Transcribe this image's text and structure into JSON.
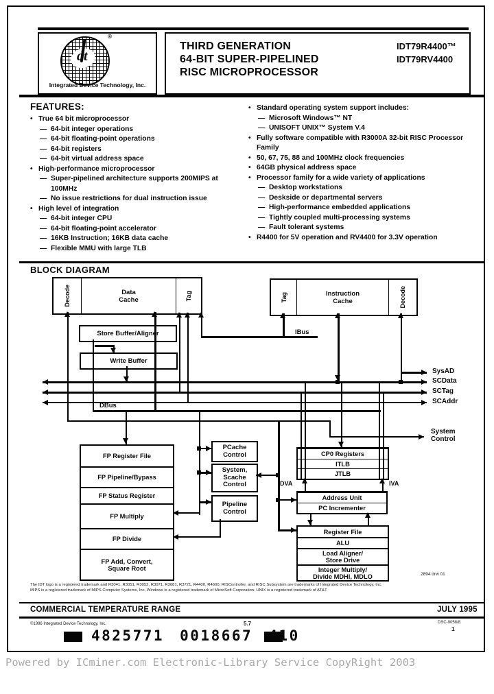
{
  "header": {
    "logo_monogram": "dt",
    "logo_registered": "®",
    "logo_caption": "Integrated Device Technology, Inc.",
    "title_line1": "THIRD GENERATION",
    "title_line2": "64-BIT SUPER-PIPELINED",
    "title_line3": "RISC MICROPROCESSOR",
    "part_number1": "IDT79R4400™",
    "part_number2": "IDT79RV4400"
  },
  "features": {
    "heading": "FEATURES:",
    "left": [
      {
        "d": 0,
        "text": "True 64 bit microprocessor"
      },
      {
        "d": 1,
        "text": "64-bit integer operations"
      },
      {
        "d": 1,
        "text": "64-bit floating-point operations"
      },
      {
        "d": 1,
        "text": "64-bit registers"
      },
      {
        "d": 1,
        "text": "64-bit virtual address space"
      },
      {
        "d": 0,
        "text": "High-performance microprocessor"
      },
      {
        "d": 1,
        "text": "Super-pipelined architecture supports 200MIPS at 100MHz"
      },
      {
        "d": 1,
        "text": "No issue restrictions for dual instruction issue"
      },
      {
        "d": 0,
        "text": "High level of integration"
      },
      {
        "d": 1,
        "text": "64-bit integer CPU"
      },
      {
        "d": 1,
        "text": "64-bit floating-point accelerator"
      },
      {
        "d": 1,
        "text": "16KB Instruction; 16KB data cache"
      },
      {
        "d": 1,
        "text": "Flexible MMU with large TLB"
      }
    ],
    "right": [
      {
        "d": 0,
        "text": "Standard operating system support includes:"
      },
      {
        "d": 1,
        "text": "Microsoft Windows™ NT"
      },
      {
        "d": 1,
        "text": "UNISOFT UNIX™ System V.4"
      },
      {
        "d": 0,
        "text": "Fully software compatible with R3000A 32-bit RISC Processor Family"
      },
      {
        "d": 0,
        "text": "50, 67, 75, 88 and 100MHz clock frequencies"
      },
      {
        "d": 0,
        "text": "64GB physical address space"
      },
      {
        "d": 0,
        "text": "Processor family for a wide variety of applications"
      },
      {
        "d": 1,
        "text": "Desktop workstations"
      },
      {
        "d": 1,
        "text": "Deskside or departmental servers"
      },
      {
        "d": 1,
        "text": "High-performance embedded applications"
      },
      {
        "d": 1,
        "text": "Tightly coupled multi-processing systems"
      },
      {
        "d": 1,
        "text": "Fault tolerant systems"
      },
      {
        "d": 0,
        "text": "R4400 for 5V operation and RV4400 for 3.3V operation"
      }
    ]
  },
  "diagram": {
    "heading": "BLOCK DIAGRAM",
    "dcache": {
      "left": "Decode",
      "center": "Data\nCache",
      "right": "Tag"
    },
    "icache": {
      "left": "Tag",
      "center": "Instruction\nCache",
      "right": "Decode"
    },
    "store_buffer": "Store Buffer/Aligner",
    "write_buffer": "Write Buffer",
    "ibus": "IBus",
    "dbus": "DBus",
    "fp_rows": [
      "FP Register File",
      "FP Pipeline/Bypass",
      "FP Status Register",
      "FP Multiply",
      "FP Divide",
      "FP Add, Convert,\nSquare Root"
    ],
    "ctrl_boxes": [
      "PCache\nControl",
      "System,\nScache\nControl",
      "Pipeline\nControl"
    ],
    "mmu_rows": [
      "CP0 Registers",
      "ITLB",
      "JTLB"
    ],
    "addr_rows": [
      "Address Unit",
      "PC Incrementer"
    ],
    "int_rows": [
      "Register File",
      "ALU",
      "Load Aligner/\nStore Drive",
      "Integer Multiply/\nDivide MDHI, MDLO"
    ],
    "dva": "DVA",
    "iva": "IVA",
    "bus_labels": [
      "SysAD",
      "SCData",
      "SCTag",
      "SCAddr"
    ],
    "system_control": "System\nControl",
    "drawing_number": "2894 drw 01"
  },
  "footer": {
    "trademark_line1": "The IDT logo is a registered trademark and R3041, R3051, R3052, R3071, R3081, R3721, R4400, R4600, RISController, and RISC Subsystem are trademarks of Integrated Device Technology, Inc.",
    "trademark_line2": "MIPS is a registered trademark of MIPS Computer Systems, Inc. Windows is a registered trademark of MicroSoft Corporation. UNIX is a registered trademark of AT&T",
    "temp_range": "COMMERCIAL TEMPERATURE RANGE",
    "date": "JULY 1995",
    "copyright": "©1996 Integrated Device Technology, Inc.",
    "section_ref": "5.7",
    "doc_code": "DSC-9058/8",
    "page_number": "1",
    "barcode_text": "4825771 0018667 410"
  },
  "watermark": "Powered by ICminer.com Electronic-Library Service CopyRight 2003"
}
